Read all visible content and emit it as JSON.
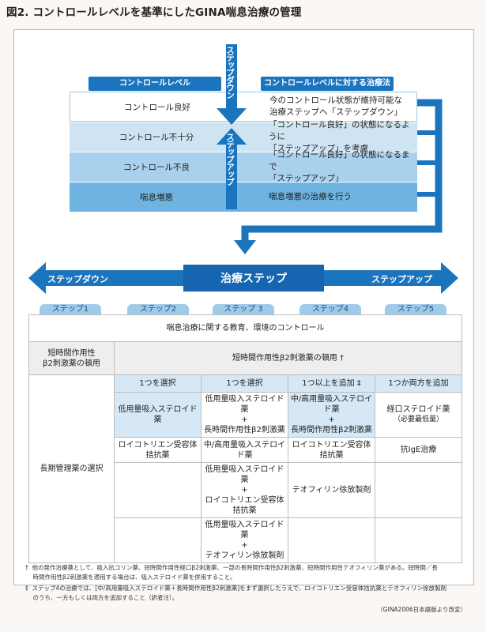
{
  "title": "図2.  コントロールレベルを基準にしたGINA喘息治療の管理",
  "headers": {
    "left": "コントロールレベル",
    "right": "コントロールレベルに対する治療法"
  },
  "step_down_vertical": "ステップダウン",
  "step_up_vertical": "ステップアップ",
  "control_rows": [
    {
      "level": "コントロール良好",
      "treatment_1": "今のコントロール状態が維持可能な",
      "treatment_2": "治療ステップへ「ステップダウン」"
    },
    {
      "level": "コントロール不十分",
      "treatment_1": "「コントロール良好」の状態になるように",
      "treatment_2": "「ステップアップ」を考慮"
    },
    {
      "level": "コントロール不良",
      "treatment_1": "「コントロール良好」の状態になるまで",
      "treatment_2": "「ステップアップ」"
    },
    {
      "level": "喘息増悪",
      "treatment_1": "喘息増悪の治療を行う",
      "treatment_2": ""
    }
  ],
  "bar": {
    "left": "ステップダウン",
    "center": "治療ステップ",
    "right": "ステップアップ"
  },
  "steps": [
    "ステップ1",
    "ステップ2",
    "ステップ 3",
    "ステップ4",
    "ステップ5"
  ],
  "table": {
    "education": "喘息治療に関する教育、環境のコントロール",
    "rescue_label_1": "短時間作用性",
    "rescue_label_2": "β2刺激薬の頓用",
    "rescue_value": "短時間作用性β2刺激薬の頓用 †",
    "controller_label": "長期管理薬の選択",
    "choices": [
      "1つを選択",
      "1つを選択",
      "1つ以上を追加 ‡",
      "1つか両方を追加"
    ],
    "r1": {
      "c1": "低用量吸入ステロイド薬",
      "c2a": "低用量吸入ステロイド薬",
      "c2p": "+",
      "c2b": "長時間作用性β2刺激薬",
      "c3a": "中/高用量吸入ステロイド薬",
      "c3p": "+",
      "c3b": "長時間作用性β2刺激薬",
      "c4a": "経口ステロイド薬",
      "c4b": "（必要最低量）"
    },
    "r2": {
      "c1": "ロイコトリエン受容体拮抗薬",
      "c2": "中/高用量吸入ステロイド薬",
      "c3": "ロイコトリエン受容体拮抗薬",
      "c4": "抗IgE治療"
    },
    "r3": {
      "c2a": "低用量吸入ステロイド薬",
      "c2p": "+",
      "c2b": "ロイコトリエン受容体拮抗薬",
      "c3": "テオフィリン徐放製剤"
    },
    "r4": {
      "c2a": "低用量吸入ステロイド薬",
      "c2p": "+",
      "c2b": "テオフィリン徐放製剤"
    }
  },
  "footnotes": {
    "dagger_mark": "†",
    "dagger_1": "他の発作治療薬として、吸入抗コリン薬、短時間作用性経口β2刺激薬、一部の長時間作用性β2刺激薬、短時間作用性テオフィリン薬がある。短時間／長",
    "dagger_2": "時間作用性β2刺激薬を適用する場合は、吸入ステロイド薬を併用すること。",
    "ddagger_mark": "‡",
    "ddagger_1": "ステップ4の治療では、[中/高用量吸入ステロイド薬＋長時間作用性β2刺激薬]をまず選択したうえで、ロイコトリエン受容体拮抗薬とテオフィリン徐放製剤",
    "ddagger_2": "のうち、一方もしくは両方を追加すること（訳者注）。",
    "source": "（GINA2006日本語版より改変）"
  },
  "colors": {
    "primary_blue": "#1a74be",
    "light_blue": "#cfe4f3",
    "mid_blue": "#a9d0ec",
    "deep_blue": "#6fb4e1"
  }
}
